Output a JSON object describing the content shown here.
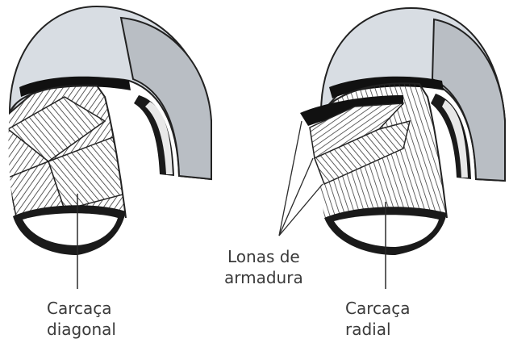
{
  "labels": {
    "diagonal_line1": "Carcaça",
    "diagonal_line2": "diagonal",
    "radial_line1": "Carcaça",
    "radial_line2": "radial",
    "plies_line1": "Lonas de",
    "plies_line2": "armadura"
  },
  "colors": {
    "tread": "#d8dde3",
    "sidewall": "#b9bec4",
    "inner_dark": "#1a1a1a",
    "bead": "#111111",
    "hatch": "#333333",
    "line": "#2b2b2b"
  }
}
